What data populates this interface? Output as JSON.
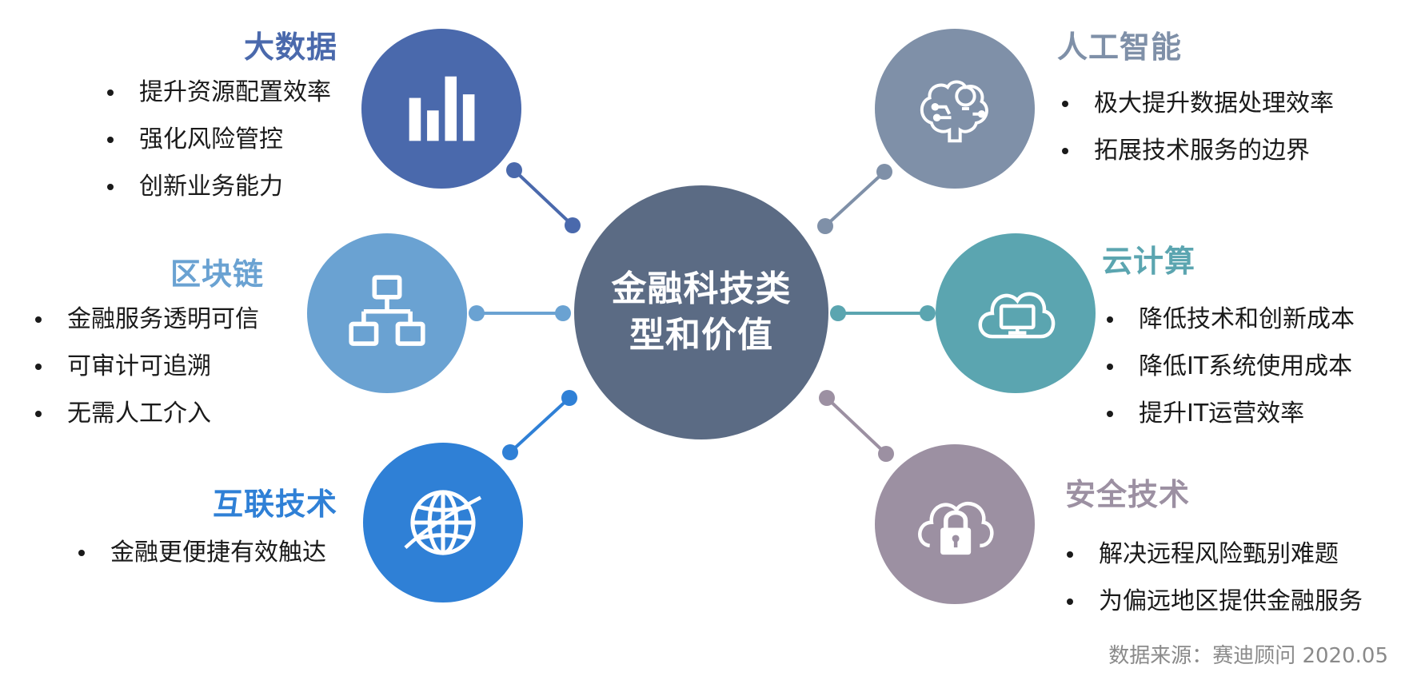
{
  "center": {
    "line1": "金融科技类",
    "line2": "型和价值"
  },
  "nodes": [
    {
      "key": "bigdata",
      "title": "大数据",
      "color": "#4a69ac",
      "icon": "bar-chart-icon",
      "bullets": [
        "提升资源配置效率",
        "强化风险管控",
        "创新业务能力"
      ]
    },
    {
      "key": "blockchain",
      "title": "区块链",
      "color": "#6aa2d2",
      "icon": "network-blocks-icon",
      "bullets": [
        "金融服务透明可信",
        "可审计可追溯",
        "无需人工介入"
      ]
    },
    {
      "key": "internet",
      "title": "互联技术",
      "color": "#2f80d6",
      "icon": "globe-icon",
      "bullets": [
        "金融更便捷有效触达"
      ]
    },
    {
      "key": "ai",
      "title": "人工智能",
      "color": "#7f90a8",
      "icon": "brain-bulb-icon",
      "bullets": [
        "极大提升数据处理效率",
        "拓展技术服务的边界"
      ]
    },
    {
      "key": "cloud",
      "title": "云计算",
      "color": "#5ba5b0",
      "icon": "cloud-monitor-icon",
      "bullets": [
        "降低技术和创新成本",
        "降低IT系统使用成本",
        "提升IT运营效率"
      ]
    },
    {
      "key": "security",
      "title": "安全技术",
      "color": "#9c90a2",
      "icon": "cloud-lock-icon",
      "bullets": [
        "解决远程风险甄别难题",
        "为偏远地区提供金融服务"
      ]
    }
  ],
  "source": "数据来源：赛迪顾问  2020.05"
}
